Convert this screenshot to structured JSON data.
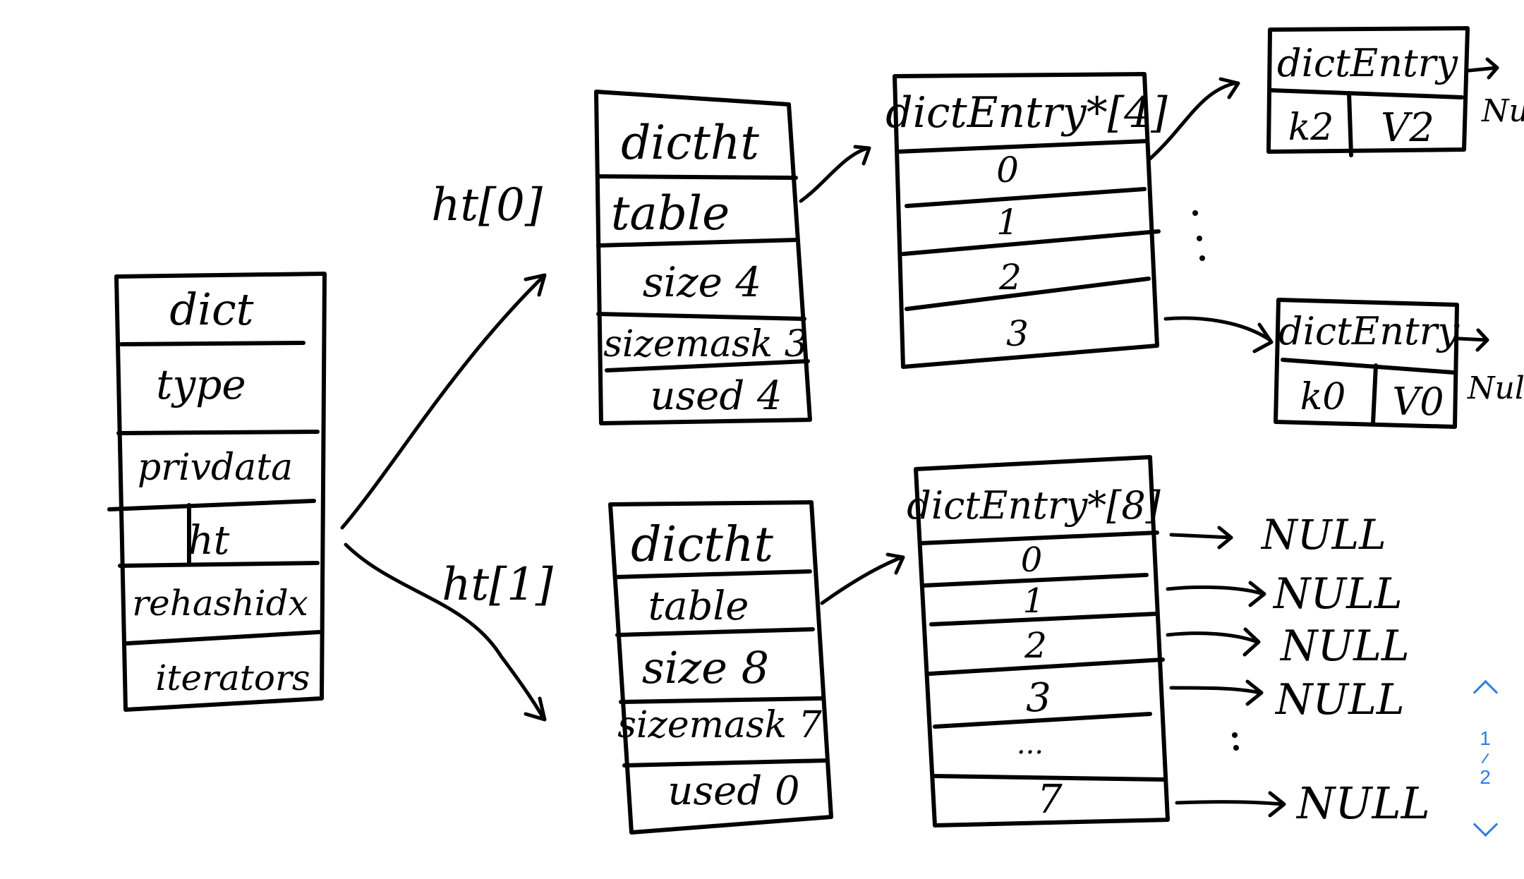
{
  "dict": {
    "title": "dict",
    "fields": [
      "type",
      "privdata",
      "ht",
      "rehashidx",
      "iterators"
    ]
  },
  "labels": {
    "ht0": "ht[0]",
    "ht1": "ht[1]"
  },
  "dictht0": {
    "title": "dictht",
    "rows": [
      "table",
      "size  4",
      "sizemask 3",
      "used  4"
    ]
  },
  "dictht1": {
    "title": "dictht",
    "rows": [
      "table",
      "size  8",
      "sizemask 7",
      "used  0"
    ]
  },
  "table0": {
    "title": "dictEntry*[4]",
    "slots": [
      "0",
      "1",
      "2",
      "3"
    ]
  },
  "table1": {
    "title": "dictEntry*[8]",
    "slots": [
      "0",
      "1",
      "2",
      "3",
      "...",
      "7"
    ]
  },
  "entry_k2": {
    "title": "dictEntry",
    "key": "k2",
    "value": "V2",
    "next": "Null"
  },
  "entry_k0": {
    "title": "dictEntry",
    "key": "k0",
    "value": "V0",
    "next": "Null"
  },
  "nulls": [
    "NULL",
    "NULL",
    "NULL",
    "NULL",
    "NULL"
  ],
  "pager": {
    "current": "1",
    "total": "2"
  }
}
